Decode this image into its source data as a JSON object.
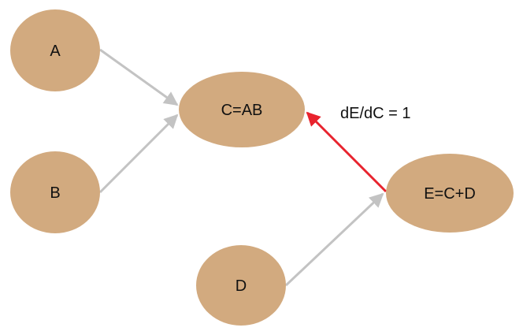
{
  "diagram": {
    "nodes": [
      {
        "id": "A",
        "label": "A"
      },
      {
        "id": "B",
        "label": "B"
      },
      {
        "id": "C",
        "label": "C=AB"
      },
      {
        "id": "D",
        "label": "D"
      },
      {
        "id": "E",
        "label": "E=C+D"
      }
    ],
    "edges": [
      {
        "from": "A",
        "to": "C",
        "highlighted": false
      },
      {
        "from": "B",
        "to": "C",
        "highlighted": false
      },
      {
        "from": "D",
        "to": "E",
        "highlighted": false
      },
      {
        "from": "E",
        "to": "C",
        "highlighted": true
      }
    ],
    "gradient_label": "dE/dC = 1"
  },
  "colors": {
    "node_fill": "#d2aa7f",
    "edge_default": "#c3c3c3",
    "edge_highlight": "#e8232e",
    "text": "#111111",
    "background": "#ffffff"
  }
}
